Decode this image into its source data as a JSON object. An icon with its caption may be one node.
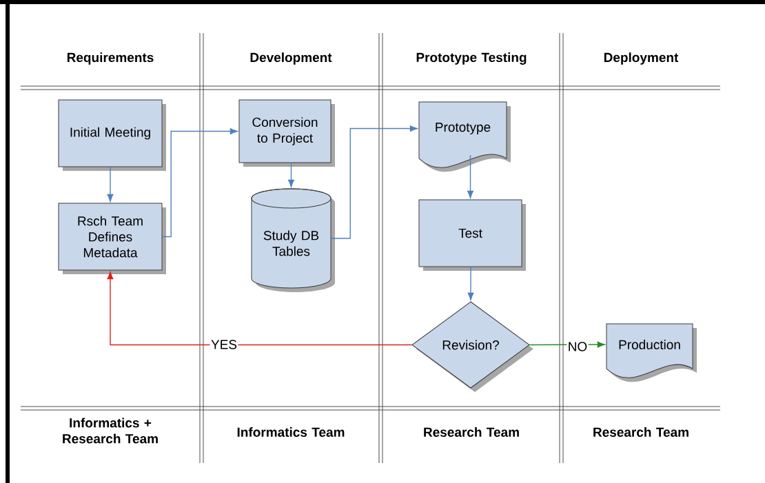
{
  "diagram": {
    "nodes": [
      {
        "text": [
          "Initial Meeting"
        ]
      },
      {
        "text": [
          "Rsch Team Defines Metadata"
        ]
      },
      {
        "text": [
          "Conversion to Project"
        ]
      },
      {
        "text": [
          "Study DB Tables"
        ]
      },
      {
        "text": [
          "Prototype"
        ]
      },
      {
        "text": [
          "Test"
        ]
      },
      {
        "text": [
          "Revision?"
        ]
      },
      {
        "text": [
          "Production"
        ]
      }
    ],
    "edges": [
      {
        "from": 0,
        "to": 1,
        "arrow": "to"
      },
      {
        "from": 1,
        "to": 2,
        "arrow": "to"
      },
      {
        "from": 2,
        "to": 3,
        "arrow": "to"
      },
      {
        "from": 3,
        "to": 4,
        "arrow": "to"
      },
      {
        "from": 4,
        "to": 5,
        "arrow": "to"
      },
      {
        "from": 5,
        "to": 6,
        "arrow": "to"
      },
      {
        "from": 6,
        "to": 1,
        "arrow": "to",
        "label": "YES",
        "color": "#e0201b"
      },
      {
        "from": 6,
        "to": 7,
        "arrow": "to",
        "label": "NO",
        "color": "#2a8a2a"
      }
    ],
    "labels": [
      "Requirements",
      "Development",
      "Prototype Testing",
      "Deployment",
      "Informatics + Research Team",
      "Informatics Team",
      "Research Team",
      "Research Team"
    ]
  }
}
